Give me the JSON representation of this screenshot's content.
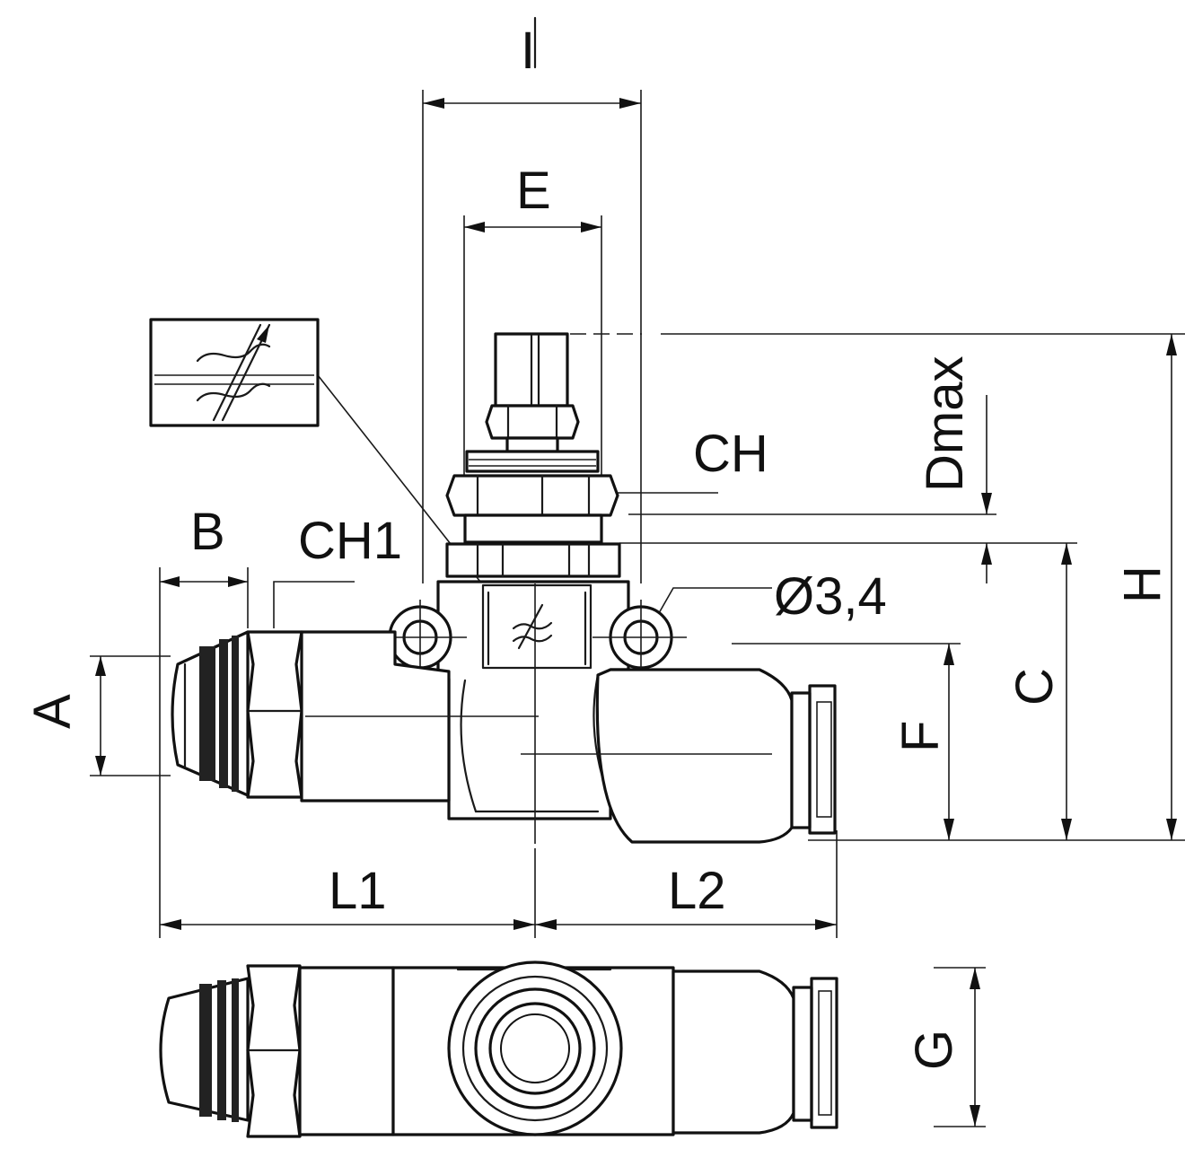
{
  "dimensions": {
    "I": "I",
    "E": "E",
    "CH": "CH",
    "Dmax": "Dmax",
    "H": "H",
    "B": "B",
    "CH1": "CH1",
    "hole": "Ø3,4",
    "A": "A",
    "F": "F",
    "C": "C",
    "L1": "L1",
    "L2": "L2",
    "G": "G"
  },
  "symbol": {
    "name": "flow-regulator-symbol-icon"
  }
}
